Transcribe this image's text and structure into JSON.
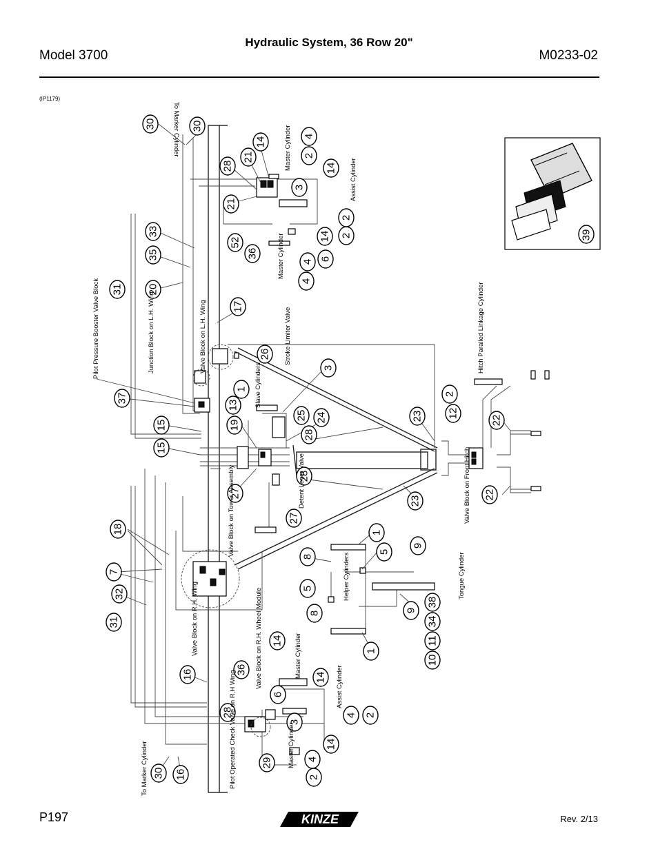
{
  "header": {
    "model": "Model 3700",
    "title": "Hydraulic System, 36 Row 20\"",
    "doc_number": "M0233-02"
  },
  "figure": {
    "reference": "(IP1179)",
    "callouts": [
      "30",
      "30",
      "14",
      "4",
      "21",
      "2",
      "28",
      "3",
      "14",
      "21",
      "4",
      "2",
      "33",
      "52",
      "14",
      "36",
      "6",
      "35",
      "4",
      "2",
      "31",
      "20",
      "17",
      "26",
      "3",
      "1",
      "37",
      "13",
      "2",
      "12",
      "15",
      "19",
      "25",
      "24",
      "23",
      "28",
      "22",
      "15",
      "28",
      "27",
      "23",
      "22",
      "18",
      "27",
      "1",
      "9",
      "8",
      "7",
      "5",
      "32",
      "5",
      "9",
      "38",
      "8",
      "34",
      "31",
      "11",
      "1",
      "10",
      "14",
      "16",
      "36",
      "14",
      "6",
      "28",
      "3",
      "4",
      "2",
      "29",
      "4",
      "14",
      "30",
      "16",
      "2",
      "39"
    ],
    "labels": {
      "to_marker_cylinder_top": "To Marker Cylinder",
      "master_cylinder_1": "Master Cylinder",
      "assist_cylinder_1": "Assist Cylinder",
      "master_cylinder_2": "Master Cylinder",
      "pilot_pressure_booster": "Pilot Pressure Booster Valve Block",
      "junction_block": "Junction Block on L.H. Wing",
      "valve_block_lh_wing": "Valve Block on L.H. Wing",
      "stroke_limiter": "Stroke Limiter Valve",
      "slave_cylinders": "Slave Cylinders",
      "hitch_paralleled": "Hitch Paralled Linkage Cylinder",
      "detent_lever": "Detent Lever Valve",
      "valve_block_front_hitch": "Valve Block on Front Hitch",
      "valve_block_tower": "Valve Block on Tower Assembly",
      "helper_cylinders": "Helper Cylinders",
      "tongue_cylinder": "Tongue Cylinder",
      "valve_block_rh_wing": "Valve Block on R.H. Wing",
      "valve_block_rh_wheel": "Valve Block on R.H. Wheel Module",
      "master_cylinder_3": "Master Cylinder",
      "assist_cylinder_2": "Assist Cylinder",
      "master_cylinder_4": "Master Cylinder",
      "pilot_operated_check": "Pilot Operated Check Valve on R.H Wing",
      "to_marker_cylinder_bottom": "To Marker Cylinder"
    },
    "inset_text": "39"
  },
  "footer": {
    "page": "P197",
    "brand": "KINZE",
    "revision": "Rev. 2/13"
  },
  "colors": {
    "ink": "#000000",
    "paper": "#ffffff"
  }
}
